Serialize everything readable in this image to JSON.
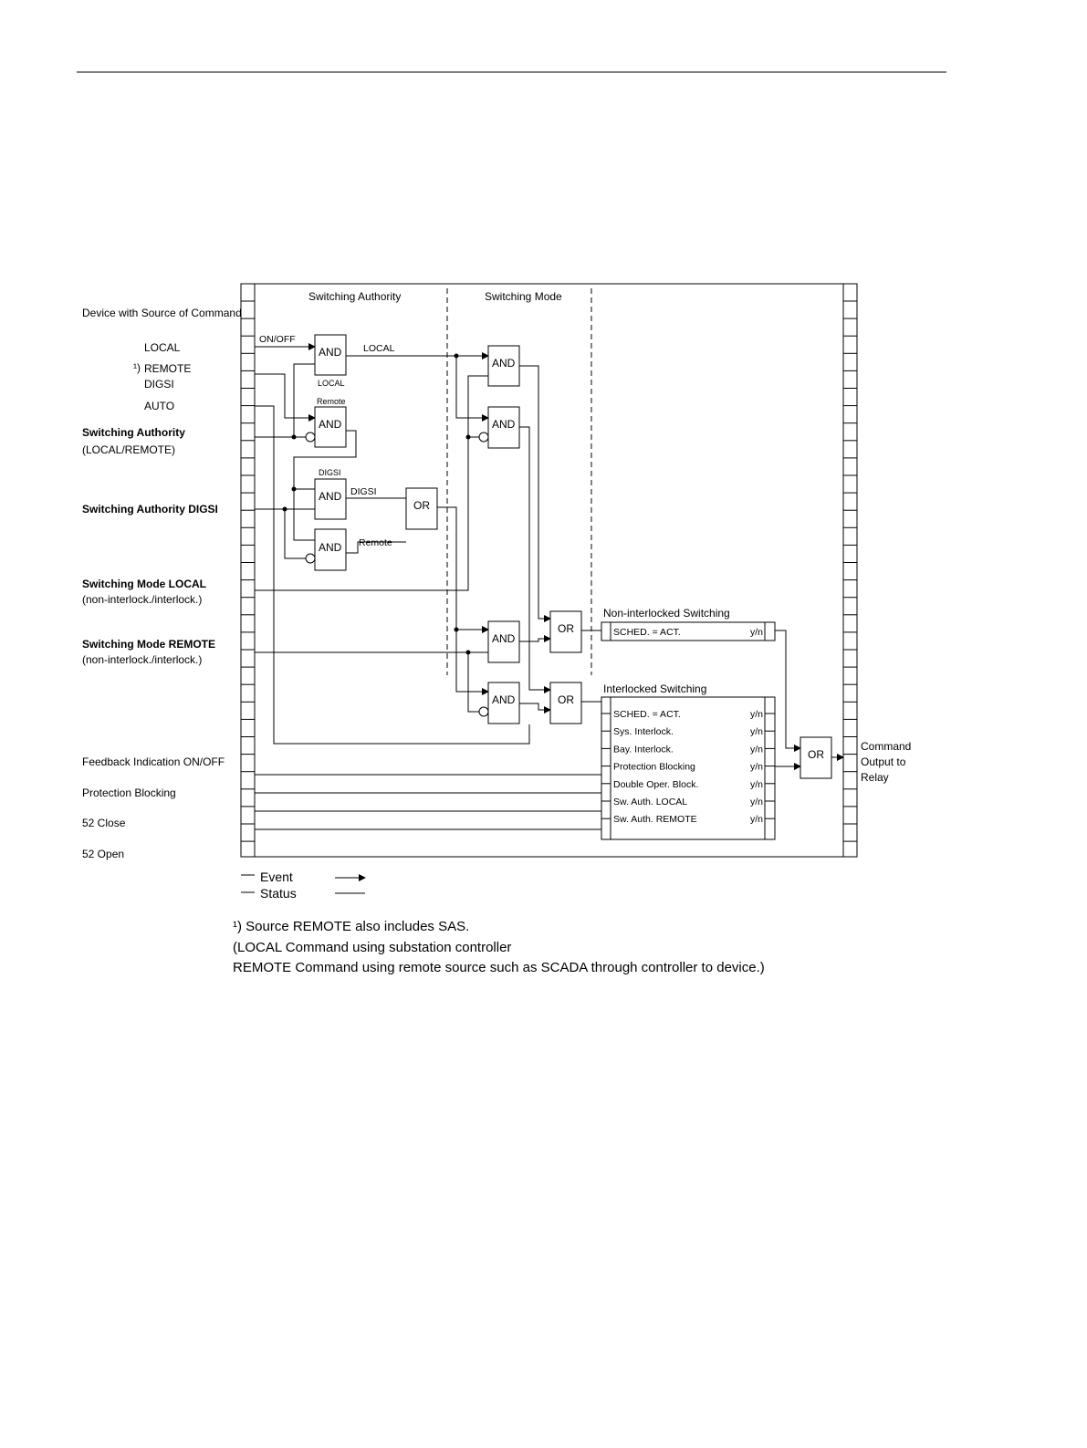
{
  "diagram": {
    "inputs_header": "Device with Source of Command",
    "sections": {
      "switching_authority": "Switching Authority",
      "switching_mode": "Switching Mode"
    },
    "inputs": {
      "local": "LOCAL",
      "remote_note": "¹)",
      "remote": "REMOTE",
      "digsi": "DIGSI",
      "auto": "AUTO",
      "sw_auth": "Switching Authority",
      "sw_auth_sub": "(LOCAL/REMOTE)",
      "sw_auth_digsi": "Switching Authority DIGSI",
      "sw_mode_local": "Switching Mode LOCAL",
      "sw_mode_local_sub": "(non-interlock./interlock.)",
      "sw_mode_remote": "Switching Mode REMOTE",
      "sw_mode_remote_sub": "(non-interlock./interlock.)",
      "feedback": "Feedback Indication ON/OFF",
      "prot_blocking": "Protection Blocking",
      "close52": "52 Close",
      "open52": "52 Open"
    },
    "signals": {
      "on_off": "ON/OFF",
      "local": "LOCAL",
      "local_small": "LOCAL",
      "remote_small": "Remote",
      "digsi_small": "DIGSI",
      "digsi": "DIGSI",
      "remote": "Remote"
    },
    "gates": {
      "and": "AND",
      "or": "OR"
    },
    "non_interlocked": {
      "title": "Non-interlocked Switching",
      "row": "SCHED. = ACT.",
      "yn": "y/n"
    },
    "interlocked": {
      "title": "Interlocked Switching",
      "rows": [
        "SCHED. = ACT.",
        "Sys. Interlock.",
        "Bay. Interlock.",
        "Protection Blocking",
        "Double Oper. Block.",
        "Sw. Auth. LOCAL",
        "Sw. Auth. REMOTE"
      ],
      "yn": "y/n"
    },
    "output": {
      "line1": "Command",
      "line2": "Output to",
      "line3": "Relay"
    },
    "legend": {
      "event": "Event",
      "status": "Status"
    }
  },
  "footnote": {
    "line1": "¹) Source REMOTE also includes SAS.",
    "line2": "(LOCAL Command using substation controller",
    "line3": "REMOTE Command using remote source such as SCADA through controller to device.)"
  }
}
